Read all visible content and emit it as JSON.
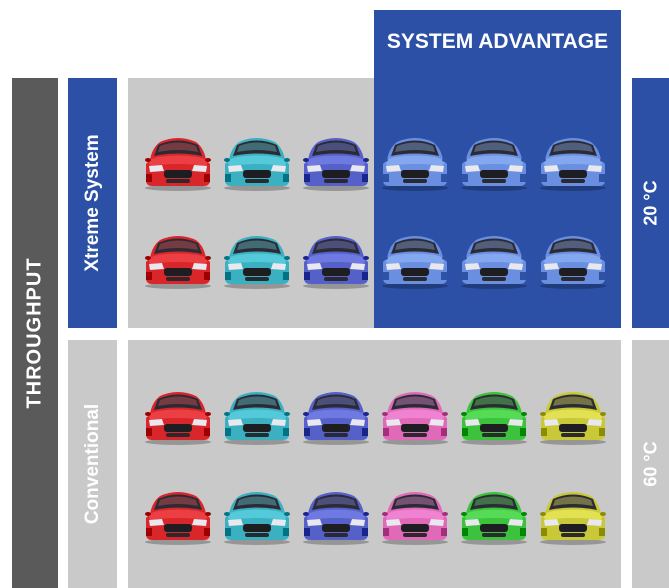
{
  "labels": {
    "throughput": "THROUGHPUT",
    "xtreme": "Xtreme System",
    "conventional": "Conventional",
    "advantage": "SYSTEM ADVANTAGE",
    "temp_high": "20 °C",
    "temp_low": "60 °C"
  },
  "colors": {
    "blue": "#2b50a6",
    "gray_panel": "#c9c9c9",
    "dark_gray": "#5a5a5a"
  },
  "car_rows": [
    {
      "section": "xtreme",
      "colors": [
        "#d8262b",
        "#3bb0c0",
        "#5560c8",
        "#6a8fe0",
        "#6a8fe0",
        "#6a8fe0"
      ]
    },
    {
      "section": "xtreme",
      "colors": [
        "#d8262b",
        "#3bb0c0",
        "#5560c8",
        "#6a8fe0",
        "#6a8fe0",
        "#6a8fe0"
      ]
    },
    {
      "section": "conventional",
      "colors": [
        "#d8262b",
        "#3bb0c0",
        "#5560c8",
        "#e06ab8",
        "#3cc23c",
        "#c8c838"
      ]
    },
    {
      "section": "conventional",
      "colors": [
        "#d8262b",
        "#3bb0c0",
        "#5560c8",
        "#e06ab8",
        "#3cc23c",
        "#c8c838"
      ]
    }
  ]
}
